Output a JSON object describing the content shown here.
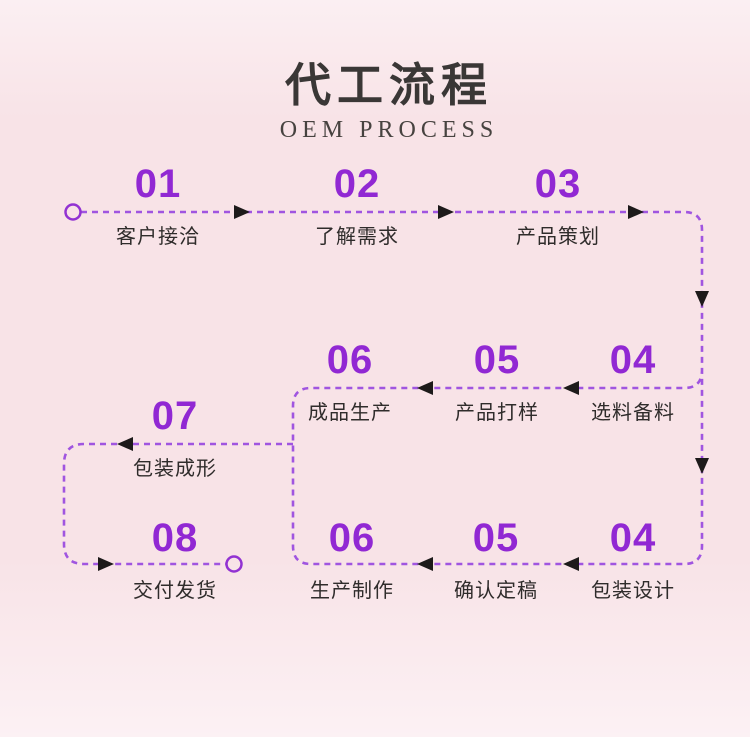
{
  "header": {
    "title": "代工流程",
    "subtitle": "OEM PROCESS"
  },
  "colors": {
    "background_pink": "#f8e3e7",
    "number_purple": "#9128d3",
    "dash_line_purple": "#a055e0",
    "arrowhead_black": "#1d1a1a",
    "label_dark": "#2f2c2b",
    "title_dark": "#3a3736"
  },
  "flow": {
    "rows": {
      "top": [
        {
          "number": "01",
          "label": "客户接洽"
        },
        {
          "number": "02",
          "label": "了解需求"
        },
        {
          "number": "03",
          "label": "产品策划"
        }
      ],
      "middle": [
        {
          "number": "06",
          "label": "成品生产"
        },
        {
          "number": "05",
          "label": "产品打样"
        },
        {
          "number": "04",
          "label": "选料备料"
        }
      ],
      "bottom": [
        {
          "number": "06",
          "label": "生产制作"
        },
        {
          "number": "05",
          "label": "确认定稿"
        },
        {
          "number": "04",
          "label": "包装设计"
        }
      ],
      "side": [
        {
          "number": "07",
          "label": "包装成形"
        },
        {
          "number": "08",
          "label": "交付发货"
        }
      ]
    }
  }
}
